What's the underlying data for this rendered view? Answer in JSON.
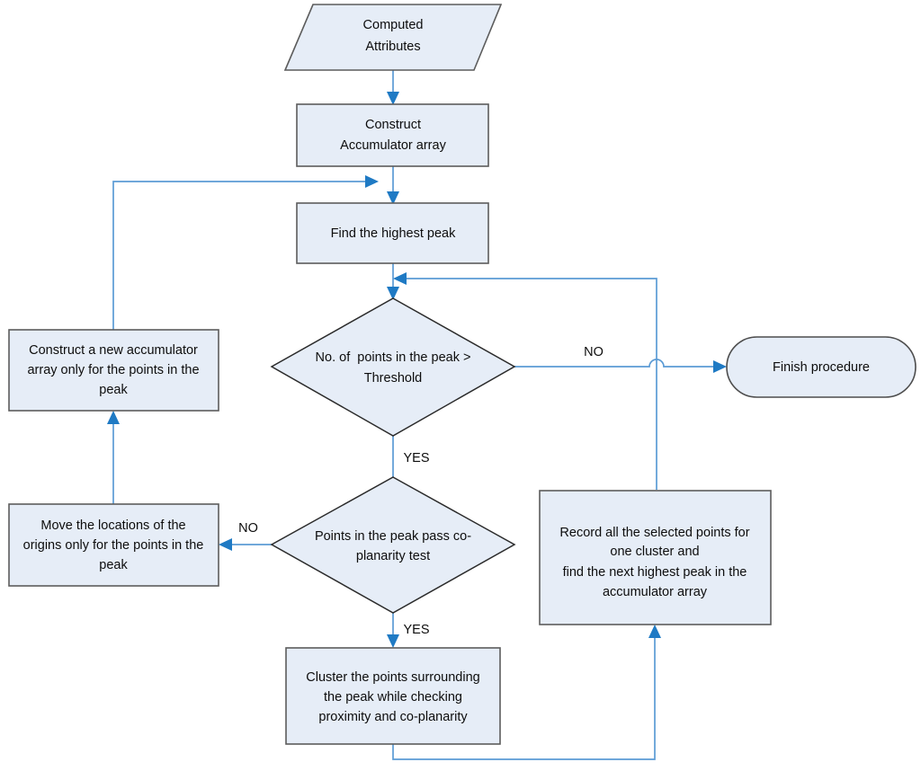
{
  "diagram": {
    "title": "Hough-transform plane clustering flowchart",
    "colors": {
      "node_fill": "#e6edf7",
      "node_stroke": "#5c5c5c",
      "decision_stroke": "#2b2b2b",
      "edge_line": "#5b9bd5",
      "edge_arrow": "#1f7ac4",
      "text": "#0d0d0d",
      "background": "#ffffff"
    },
    "nodes": {
      "computed_attributes": {
        "shape": "parallelogram",
        "lines": [
          "Computed",
          "Attributes"
        ]
      },
      "construct_accumulator": {
        "shape": "process",
        "lines": [
          "Construct",
          "Accumulator array"
        ]
      },
      "find_highest_peak": {
        "shape": "process",
        "lines": [
          "Find the highest peak"
        ]
      },
      "threshold_decision": {
        "shape": "decision",
        "lines": [
          "No. of  points in the peak >",
          "Threshold"
        ]
      },
      "finish_procedure": {
        "shape": "terminator",
        "lines": [
          "Finish procedure"
        ]
      },
      "construct_new_accumulator": {
        "shape": "process",
        "lines": [
          "Construct a new accumulator",
          "array only for the points in the",
          "peak"
        ]
      },
      "move_origins": {
        "shape": "process",
        "lines": [
          "Move the locations of the",
          "origins only for the points in the",
          "peak"
        ]
      },
      "coplanarity_decision": {
        "shape": "decision",
        "lines": [
          "Points in the peak pass co-",
          "planarity test"
        ]
      },
      "record_cluster": {
        "shape": "process",
        "lines": [
          "Record all the selected points for",
          "one cluster and",
          "find the next highest peak in the",
          "accumulator array"
        ]
      },
      "cluster_points": {
        "shape": "process",
        "lines": [
          "Cluster the points surrounding",
          "the peak while checking",
          "proximity and co-planarity"
        ]
      }
    },
    "edge_labels": {
      "threshold_no": "NO",
      "threshold_yes": "YES",
      "coplanarity_no": "NO",
      "coplanarity_yes": "YES"
    }
  }
}
